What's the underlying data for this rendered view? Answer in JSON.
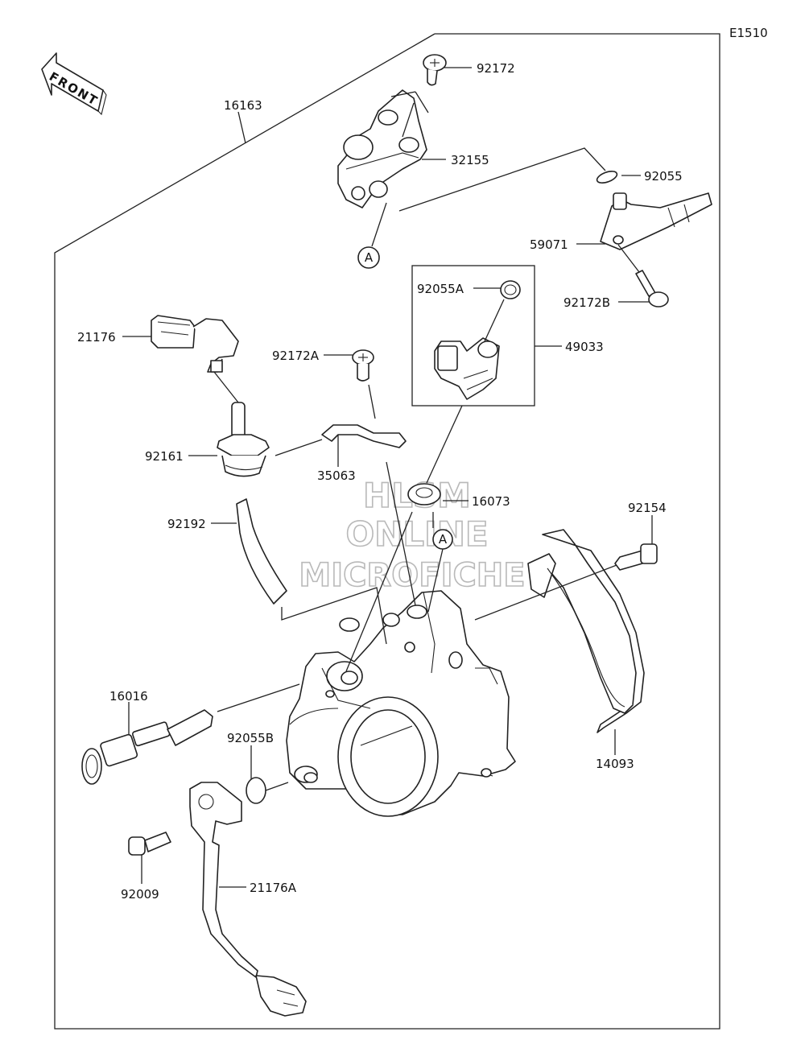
{
  "diagram_code": "E1510",
  "front_label": "FRONT",
  "callout_a": "A",
  "watermark": [
    "HLSM",
    "ONLINE",
    "MICROFICHE"
  ],
  "part_labels": {
    "p92172": "92172",
    "p16163": "16163",
    "p32155": "32155",
    "p92055": "92055",
    "p59071": "59071",
    "p92172B": "92172B",
    "p92055A": "92055A",
    "p49033": "49033",
    "p21176": "21176",
    "p92172A": "92172A",
    "p92161": "92161",
    "p35063": "35063",
    "p16073": "16073",
    "p92192": "92192",
    "p92154": "92154",
    "p16016": "16016",
    "p92055B": "92055B",
    "p14093": "14093",
    "p92009": "92009",
    "p21176A": "21176A"
  }
}
